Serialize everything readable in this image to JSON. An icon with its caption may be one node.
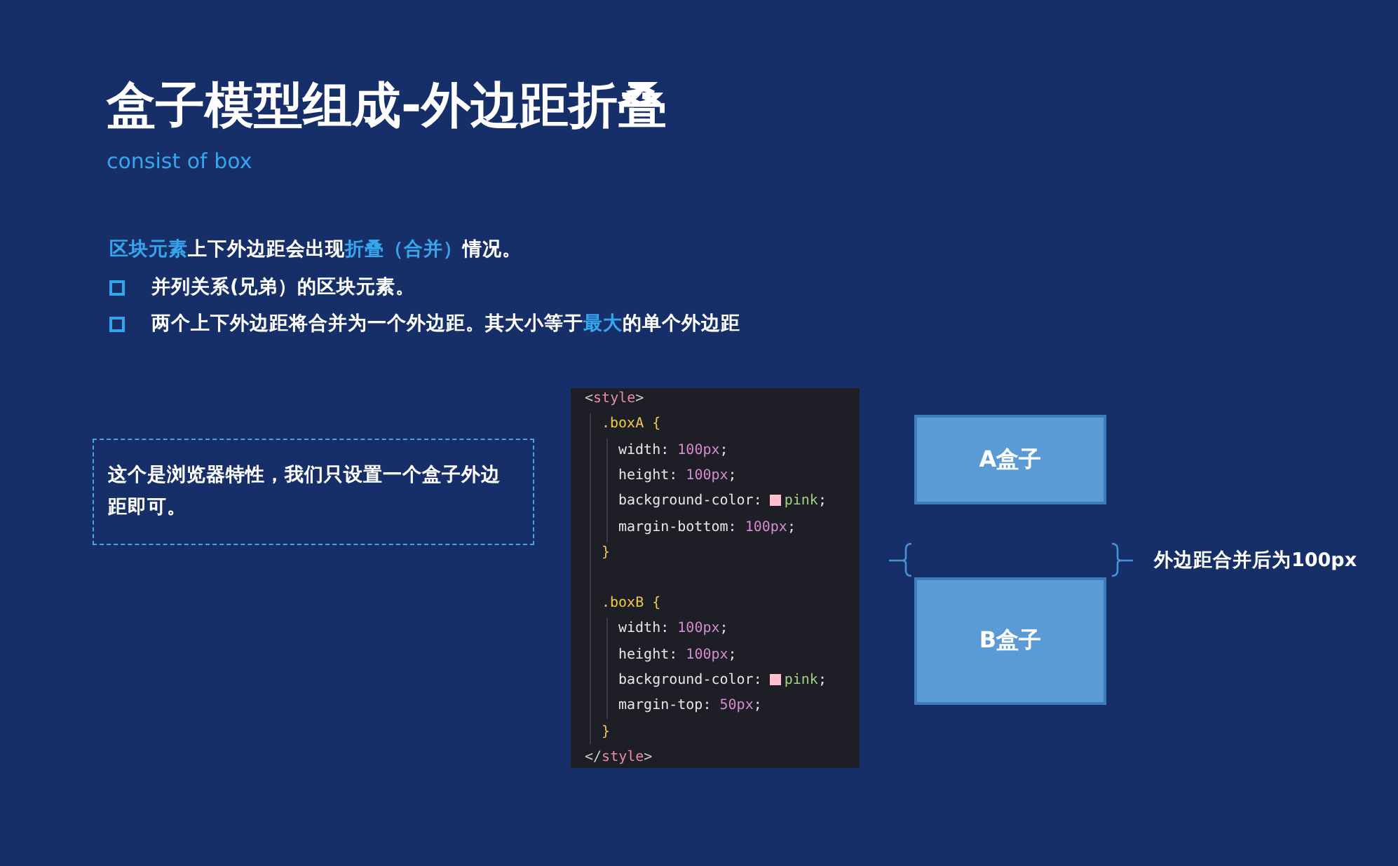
{
  "diagram": {
    "title": "盒子模型组成-外边距折叠",
    "caption": "consist of box",
    "nodes": [
      {
        "text": [
          "这个是浏览器特性，我们只设置一个盒子外边距即可。"
        ]
      },
      {
        "text": [
          "<style>",
          ".boxA {",
          "width: 100px;",
          "height: 100px;",
          "background-color: pink;",
          "margin-bottom: 100px;",
          "}",
          ".boxB {",
          "width: 100px;",
          "height: 100px;",
          "background-color: pink;",
          "margin-top: 50px;",
          "}",
          "</style>"
        ]
      },
      {
        "text": [
          "A盒子"
        ]
      },
      {
        "text": [
          "B盒子"
        ]
      }
    ],
    "labels": [
      "**区块元素**上下外边距会出现**折叠（合并）**情况。",
      "并列关系(兄弟）的区块元素。",
      "两个上下外边距将合并为一个外边距。其大小等于**最大**的单个外边距",
      "外边距合并后为100px"
    ]
  }
}
